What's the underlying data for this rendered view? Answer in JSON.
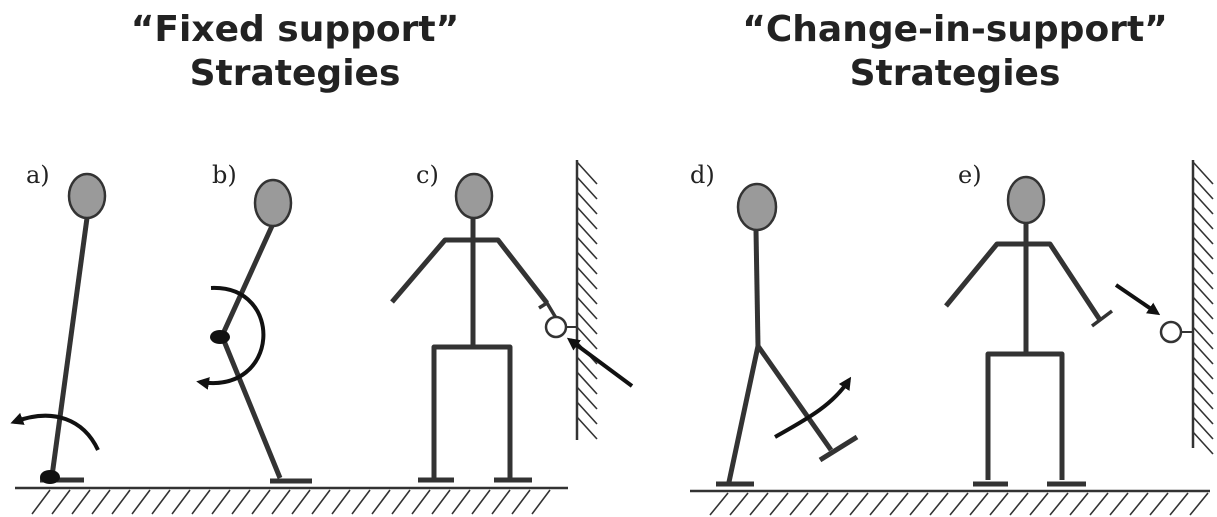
{
  "headings": {
    "fixed": {
      "line1": "“Fixed support”",
      "line2": "Strategies"
    },
    "change": {
      "line1": "“Change-in-support”",
      "line2": "Strategies"
    }
  },
  "panels": [
    {
      "id": "a",
      "label": "a)"
    },
    {
      "id": "b",
      "label": "b)"
    },
    {
      "id": "c",
      "label": "c)"
    },
    {
      "id": "d",
      "label": "d)"
    },
    {
      "id": "e",
      "label": "e)"
    }
  ],
  "colors": {
    "stroke": "#333333",
    "head_fill": "#9a9a9a",
    "joint_fill": "#111111"
  }
}
